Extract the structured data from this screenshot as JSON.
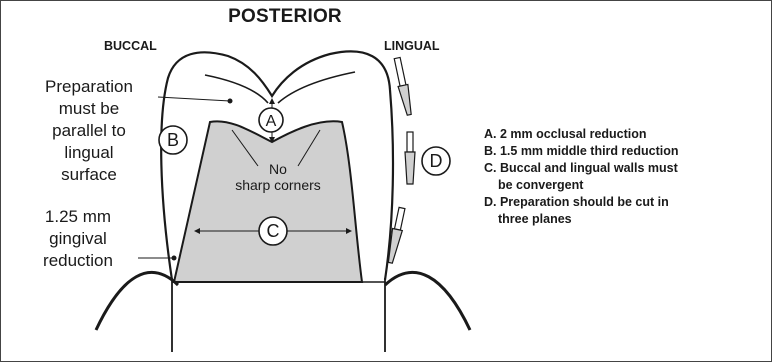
{
  "title": "POSTERIOR",
  "side_labels": {
    "buccal": "BUCCAL",
    "lingual": "LINGUAL"
  },
  "callouts": {
    "parallel": [
      "Preparation",
      "must be",
      "parallel to",
      "lingual",
      "surface"
    ],
    "gingival": [
      "1.25 mm",
      "gingival",
      "reduction"
    ]
  },
  "center_label": [
    "No",
    "sharp corners"
  ],
  "markers": {
    "a": "A",
    "b": "B",
    "c": "C",
    "d": "D"
  },
  "legend": [
    "A. 2 mm occlusal reduction",
    "B. 1.5 mm middle third reduction",
    "C. Buccal and lingual walls must",
    "be convergent",
    "D. Preparation should be cut in",
    "three planes"
  ],
  "colors": {
    "prep_fill": "#d0d0d0",
    "outline": "#1a1a1a"
  }
}
